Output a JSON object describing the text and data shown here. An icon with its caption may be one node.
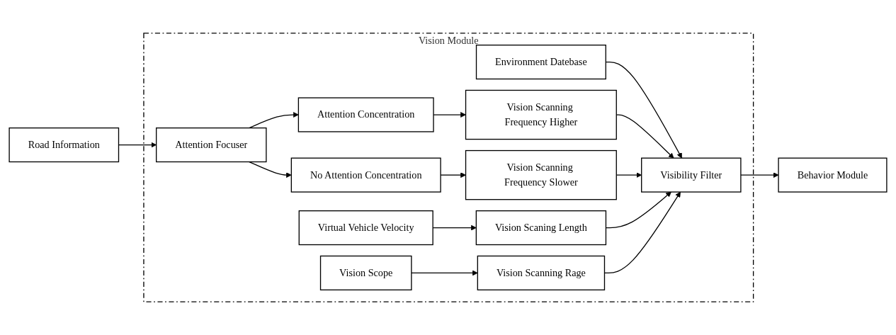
{
  "diagram": {
    "nodes": [
      {
        "text": [
          "Vision Module"
        ]
      },
      {
        "text": [
          "Road Information"
        ]
      },
      {
        "text": [
          "Attention Focuser"
        ],
        "in": 0
      },
      {
        "text": [
          "Attention Concentration"
        ],
        "in": 0
      },
      {
        "text": [
          "No Attention Concentration"
        ],
        "in": 0
      },
      {
        "text": [
          "Vision Scanning Frequency Higher"
        ],
        "in": 0
      },
      {
        "text": [
          "Vision Scanning Frequency Slower"
        ],
        "in": 0
      },
      {
        "text": [
          "Environment Datebase"
        ],
        "in": 0
      },
      {
        "text": [
          "Virtual Vehicle Velocity"
        ],
        "in": 0
      },
      {
        "text": [
          "Vision Scaning Length"
        ],
        "in": 0
      },
      {
        "text": [
          "Vision Scope"
        ],
        "in": 0
      },
      {
        "text": [
          "Vision Scanning Rage"
        ],
        "in": 0
      },
      {
        "text": [
          "Visibility Filter"
        ],
        "in": 0
      },
      {
        "text": [
          "Behavior Module"
        ]
      }
    ],
    "edges": [
      {
        "from": 1,
        "to": 2,
        "arrow": "to"
      },
      {
        "from": 2,
        "to": 3,
        "arrow": "to"
      },
      {
        "from": 2,
        "to": 4,
        "arrow": "to"
      },
      {
        "from": 3,
        "to": 5,
        "arrow": "to"
      },
      {
        "from": 4,
        "to": 6,
        "arrow": "to"
      },
      {
        "from": 8,
        "to": 9,
        "arrow": "to"
      },
      {
        "from": 10,
        "to": 11,
        "arrow": "to"
      },
      {
        "from": 7,
        "to": 12,
        "arrow": "to"
      },
      {
        "from": 5,
        "to": 12,
        "arrow": "to"
      },
      {
        "from": 6,
        "to": 12,
        "arrow": "to"
      },
      {
        "from": 9,
        "to": 12,
        "arrow": "to"
      },
      {
        "from": 11,
        "to": 12,
        "arrow": "to"
      },
      {
        "from": 12,
        "to": 13,
        "arrow": "to"
      }
    ]
  }
}
